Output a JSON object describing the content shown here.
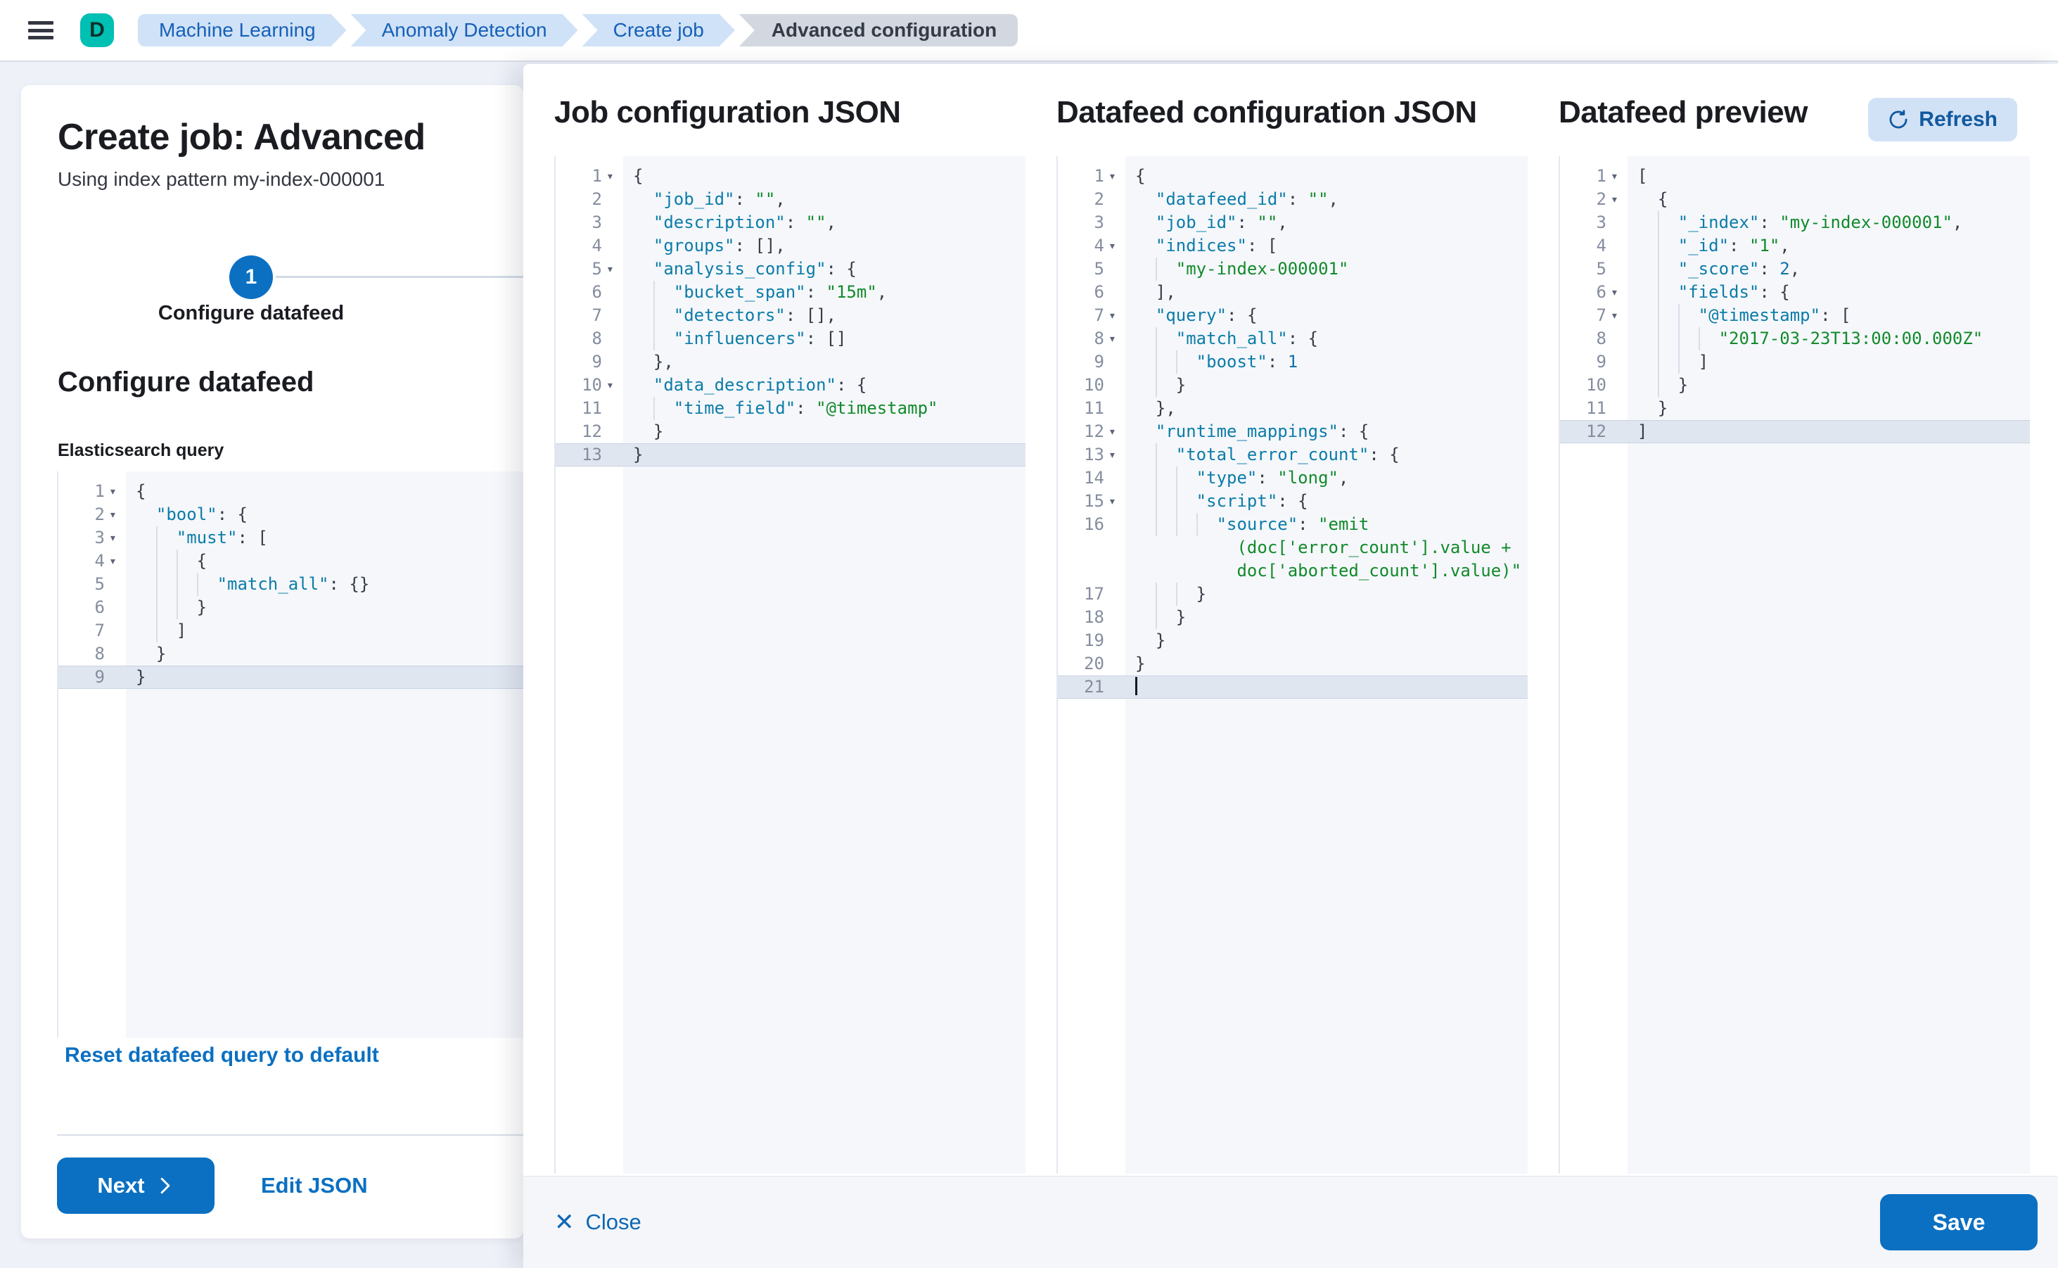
{
  "colors": {
    "primary": "#0b70c2",
    "avatar-bg": "#00bfb3",
    "chip-bg": "#d0e2f7",
    "chip-active-bg": "#d3d8e0",
    "code-key": "#0c7ca8",
    "code-string": "#128a2b",
    "code-number": "#1173a9",
    "code-punct": "#363c46"
  },
  "header": {
    "avatar_initial": "D",
    "breadcrumbs": [
      {
        "label": "Machine Learning"
      },
      {
        "label": "Anomaly Detection"
      },
      {
        "label": "Create job"
      },
      {
        "label": "Advanced configuration"
      }
    ]
  },
  "wizard": {
    "title": "Create job: Advanced",
    "subtitle": "Using index pattern my-index-000001",
    "step_number": "1",
    "step_label": "Configure datafeed",
    "section_heading": "Configure datafeed",
    "query_label": "Elasticsearch query",
    "reset_link": "Reset datafeed query to default",
    "next_label": "Next",
    "edit_json_label": "Edit JSON"
  },
  "flyout": {
    "job_title": "Job configuration JSON",
    "datafeed_title": "Datafeed configuration JSON",
    "preview_title": "Datafeed preview",
    "refresh_label": "Refresh",
    "close_label": "Close",
    "save_label": "Save"
  },
  "editors": {
    "es_query": {
      "lines": [
        {
          "n": 1,
          "fold": true,
          "ind": 0,
          "seg": [
            [
              "p",
              "{"
            ]
          ]
        },
        {
          "n": 2,
          "fold": true,
          "ind": 1,
          "seg": [
            [
              "k",
              "\"bool\""
            ],
            [
              "p",
              ": {"
            ]
          ]
        },
        {
          "n": 3,
          "fold": true,
          "ind": 2,
          "seg": [
            [
              "k",
              "\"must\""
            ],
            [
              "p",
              ": ["
            ]
          ]
        },
        {
          "n": 4,
          "fold": true,
          "ind": 3,
          "seg": [
            [
              "p",
              "{"
            ]
          ]
        },
        {
          "n": 5,
          "ind": 4,
          "seg": [
            [
              "k",
              "\"match_all\""
            ],
            [
              "p",
              ": {}"
            ]
          ]
        },
        {
          "n": 6,
          "ind": 3,
          "seg": [
            [
              "p",
              "}"
            ]
          ]
        },
        {
          "n": 7,
          "ind": 2,
          "seg": [
            [
              "p",
              "]"
            ]
          ]
        },
        {
          "n": 8,
          "ind": 1,
          "seg": [
            [
              "p",
              "}"
            ]
          ]
        },
        {
          "n": 9,
          "active": true,
          "ind": 0,
          "seg": [
            [
              "p",
              "}"
            ]
          ]
        }
      ]
    },
    "job": {
      "lines": [
        {
          "n": 1,
          "fold": true,
          "ind": 0,
          "seg": [
            [
              "p",
              "{"
            ]
          ]
        },
        {
          "n": 2,
          "ind": 1,
          "seg": [
            [
              "k",
              "\"job_id\""
            ],
            [
              "p",
              ": "
            ],
            [
              "s",
              "\"\""
            ],
            [
              "p",
              ","
            ]
          ]
        },
        {
          "n": 3,
          "ind": 1,
          "seg": [
            [
              "k",
              "\"description\""
            ],
            [
              "p",
              ": "
            ],
            [
              "s",
              "\"\""
            ],
            [
              "p",
              ","
            ]
          ]
        },
        {
          "n": 4,
          "ind": 1,
          "seg": [
            [
              "k",
              "\"groups\""
            ],
            [
              "p",
              ": [],"
            ]
          ]
        },
        {
          "n": 5,
          "fold": true,
          "ind": 1,
          "seg": [
            [
              "k",
              "\"analysis_config\""
            ],
            [
              "p",
              ": {"
            ]
          ]
        },
        {
          "n": 6,
          "ind": 2,
          "seg": [
            [
              "k",
              "\"bucket_span\""
            ],
            [
              "p",
              ": "
            ],
            [
              "s",
              "\"15m\""
            ],
            [
              "p",
              ","
            ]
          ]
        },
        {
          "n": 7,
          "ind": 2,
          "seg": [
            [
              "k",
              "\"detectors\""
            ],
            [
              "p",
              ": [],"
            ]
          ]
        },
        {
          "n": 8,
          "ind": 2,
          "seg": [
            [
              "k",
              "\"influencers\""
            ],
            [
              "p",
              ": []"
            ]
          ]
        },
        {
          "n": 9,
          "ind": 1,
          "seg": [
            [
              "p",
              "},"
            ]
          ]
        },
        {
          "n": 10,
          "fold": true,
          "ind": 1,
          "seg": [
            [
              "k",
              "\"data_description\""
            ],
            [
              "p",
              ": {"
            ]
          ]
        },
        {
          "n": 11,
          "ind": 2,
          "seg": [
            [
              "k",
              "\"time_field\""
            ],
            [
              "p",
              ": "
            ],
            [
              "s",
              "\"@timestamp\""
            ]
          ]
        },
        {
          "n": 12,
          "ind": 1,
          "seg": [
            [
              "p",
              "}"
            ]
          ]
        },
        {
          "n": 13,
          "active": true,
          "ind": 0,
          "seg": [
            [
              "p",
              "}"
            ]
          ]
        }
      ]
    },
    "datafeed": {
      "lines": [
        {
          "n": 1,
          "fold": true,
          "ind": 0,
          "seg": [
            [
              "p",
              "{"
            ]
          ]
        },
        {
          "n": 2,
          "ind": 1,
          "seg": [
            [
              "k",
              "\"datafeed_id\""
            ],
            [
              "p",
              ": "
            ],
            [
              "s",
              "\"\""
            ],
            [
              "p",
              ","
            ]
          ]
        },
        {
          "n": 3,
          "ind": 1,
          "seg": [
            [
              "k",
              "\"job_id\""
            ],
            [
              "p",
              ": "
            ],
            [
              "s",
              "\"\""
            ],
            [
              "p",
              ","
            ]
          ]
        },
        {
          "n": 4,
          "fold": true,
          "ind": 1,
          "seg": [
            [
              "k",
              "\"indices\""
            ],
            [
              "p",
              ": ["
            ]
          ]
        },
        {
          "n": 5,
          "ind": 2,
          "seg": [
            [
              "s",
              "\"my-index-000001\""
            ]
          ]
        },
        {
          "n": 6,
          "ind": 1,
          "seg": [
            [
              "p",
              "],"
            ]
          ]
        },
        {
          "n": 7,
          "fold": true,
          "ind": 1,
          "seg": [
            [
              "k",
              "\"query\""
            ],
            [
              "p",
              ": {"
            ]
          ]
        },
        {
          "n": 8,
          "fold": true,
          "ind": 2,
          "seg": [
            [
              "k",
              "\"match_all\""
            ],
            [
              "p",
              ": {"
            ]
          ]
        },
        {
          "n": 9,
          "ind": 3,
          "seg": [
            [
              "k",
              "\"boost\""
            ],
            [
              "p",
              ": "
            ],
            [
              "n2",
              "1"
            ]
          ]
        },
        {
          "n": 10,
          "ind": 2,
          "seg": [
            [
              "p",
              "}"
            ]
          ]
        },
        {
          "n": 11,
          "ind": 1,
          "seg": [
            [
              "p",
              "},"
            ]
          ]
        },
        {
          "n": 12,
          "fold": true,
          "ind": 1,
          "seg": [
            [
              "k",
              "\"runtime_mappings\""
            ],
            [
              "p",
              ": {"
            ]
          ]
        },
        {
          "n": 13,
          "fold": true,
          "ind": 2,
          "seg": [
            [
              "k",
              "\"total_error_count\""
            ],
            [
              "p",
              ": {"
            ]
          ]
        },
        {
          "n": 14,
          "ind": 3,
          "seg": [
            [
              "k",
              "\"type\""
            ],
            [
              "p",
              ": "
            ],
            [
              "s",
              "\"long\""
            ],
            [
              "p",
              ","
            ]
          ]
        },
        {
          "n": 15,
          "fold": true,
          "ind": 3,
          "seg": [
            [
              "k",
              "\"script\""
            ],
            [
              "p",
              ": {"
            ]
          ]
        },
        {
          "n": 16,
          "ind": 4,
          "seg": [
            [
              "k",
              "\"source\""
            ],
            [
              "p",
              ": "
            ],
            [
              "s",
              "\"emit"
            ]
          ],
          "wrap": [
            [
              [
                "s",
                "(doc['error_count'].value +"
              ]
            ],
            [
              [
                "s",
                "doc['aborted_count'].value)\""
              ]
            ]
          ]
        },
        {
          "n": 17,
          "ind": 3,
          "seg": [
            [
              "p",
              "}"
            ]
          ]
        },
        {
          "n": 18,
          "ind": 2,
          "seg": [
            [
              "p",
              "}"
            ]
          ]
        },
        {
          "n": 19,
          "ind": 1,
          "seg": [
            [
              "p",
              "}"
            ]
          ]
        },
        {
          "n": 20,
          "ind": 0,
          "seg": [
            [
              "p",
              "}"
            ]
          ]
        },
        {
          "n": 21,
          "active": true,
          "cursor": true,
          "ind": 0,
          "seg": []
        }
      ]
    },
    "preview": {
      "lines": [
        {
          "n": 1,
          "fold": true,
          "ind": 0,
          "seg": [
            [
              "p",
              "["
            ]
          ]
        },
        {
          "n": 2,
          "fold": true,
          "ind": 1,
          "seg": [
            [
              "p",
              "{"
            ]
          ]
        },
        {
          "n": 3,
          "ind": 2,
          "seg": [
            [
              "k",
              "\"_index\""
            ],
            [
              "p",
              ": "
            ],
            [
              "s",
              "\"my-index-000001\""
            ],
            [
              "p",
              ","
            ]
          ]
        },
        {
          "n": 4,
          "ind": 2,
          "seg": [
            [
              "k",
              "\"_id\""
            ],
            [
              "p",
              ": "
            ],
            [
              "s",
              "\"1\""
            ],
            [
              "p",
              ","
            ]
          ]
        },
        {
          "n": 5,
          "ind": 2,
          "seg": [
            [
              "k",
              "\"_score\""
            ],
            [
              "p",
              ": "
            ],
            [
              "n2",
              "2"
            ],
            [
              "p",
              ","
            ]
          ]
        },
        {
          "n": 6,
          "fold": true,
          "ind": 2,
          "seg": [
            [
              "k",
              "\"fields\""
            ],
            [
              "p",
              ": {"
            ]
          ]
        },
        {
          "n": 7,
          "fold": true,
          "ind": 3,
          "seg": [
            [
              "k",
              "\"@timestamp\""
            ],
            [
              "p",
              ": ["
            ]
          ]
        },
        {
          "n": 8,
          "ind": 4,
          "seg": [
            [
              "s",
              "\"2017-03-23T13:00:00.000Z\""
            ]
          ]
        },
        {
          "n": 9,
          "ind": 3,
          "seg": [
            [
              "p",
              "]"
            ]
          ]
        },
        {
          "n": 10,
          "ind": 2,
          "seg": [
            [
              "p",
              "}"
            ]
          ]
        },
        {
          "n": 11,
          "ind": 1,
          "seg": [
            [
              "p",
              "}"
            ]
          ]
        },
        {
          "n": 12,
          "active": true,
          "ind": 0,
          "seg": [
            [
              "p",
              "]"
            ]
          ]
        }
      ]
    }
  }
}
